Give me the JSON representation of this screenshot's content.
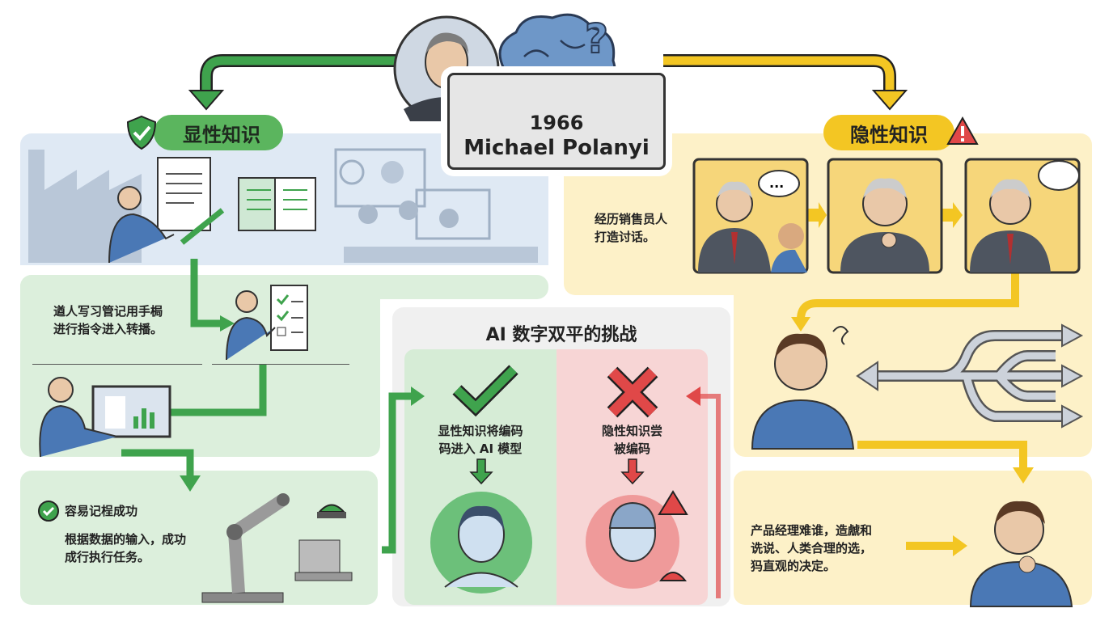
{
  "header": {
    "year": "1966",
    "name": "Michael Polanyi"
  },
  "explicit": {
    "badge": "显性知识",
    "step1_text": "遒人写习管记用手梮\n进行指令进入转播。",
    "success_title": "容易记桯成功",
    "success_text": "根据数据的输入，成功\n成行执行任务。"
  },
  "tacit": {
    "badge": "隐性知识",
    "sales_text": "经历销售员人\n打造讨话。",
    "pm_text": "产品经理难谁，造虤和\n诜说、人类合理的选，\n犸直观的决定。"
  },
  "challenge": {
    "title": "AI 数字双平的挑战",
    "left_text": "显性知识将编码\n码进入 AI 模型",
    "right_text": "隐性知识尝\n被编码"
  },
  "colors": {
    "green": "#3fa34d",
    "yellow": "#f3c623",
    "red": "#e04848",
    "blue": "#4a78b5",
    "green_bg": "#dcefdc",
    "yellow_bg": "#fdf1c8",
    "blue_bg": "#dde8f3",
    "red_bg": "#f7d5d5"
  }
}
